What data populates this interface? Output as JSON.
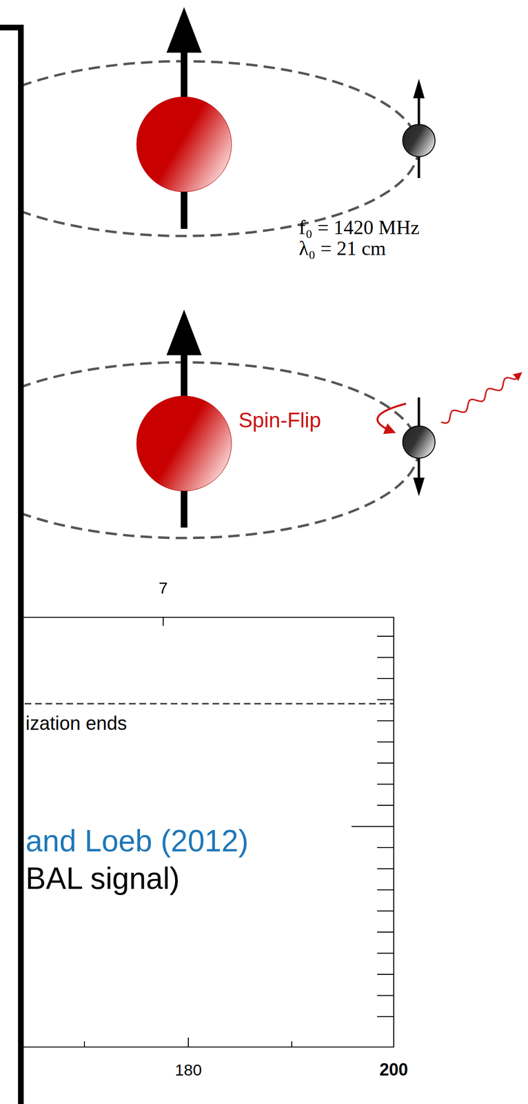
{
  "diagram": {
    "labels": [
      "f₀ = 1420 MHz",
      "λ₀ = 21 cm",
      "Spin-Flip",
      "7",
      "ization ends",
      "and Loeb (2012)",
      "BAL signal)",
      "180",
      "200"
    ]
  }
}
